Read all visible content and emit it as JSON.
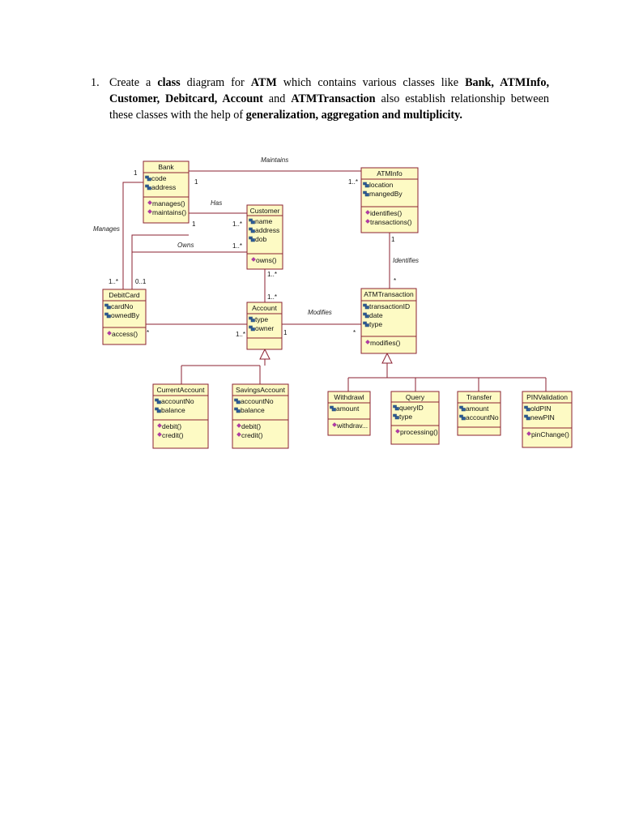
{
  "question": {
    "number": "1.",
    "parts": [
      {
        "text": "Create a ",
        "bold": false
      },
      {
        "text": "class",
        "bold": true
      },
      {
        "text": " diagram for ",
        "bold": false
      },
      {
        "text": "ATM",
        "bold": true
      },
      {
        "text": " which contains various classes like ",
        "bold": false
      },
      {
        "text": "Bank, ATMInfo, Customer, Debitcard, Account",
        "bold": true
      },
      {
        "text": " and ",
        "bold": false
      },
      {
        "text": "ATMTransaction",
        "bold": true
      },
      {
        "text": " also establish relationship between these classes with the help of ",
        "bold": false
      },
      {
        "text": "generalization, aggregation and multiplicity.",
        "bold": true
      }
    ]
  },
  "classes": {
    "bank": {
      "name": "Bank",
      "attributes": [
        "code",
        "address"
      ],
      "methods": [
        "manages()",
        "maintains()"
      ]
    },
    "atminfo": {
      "name": "ATMInfo",
      "attributes": [
        "location",
        "mangedBy"
      ],
      "methods": [
        "identifies()",
        "transactions()"
      ]
    },
    "customer": {
      "name": "Customer",
      "attributes": [
        "name",
        "address",
        "dob"
      ],
      "methods": [
        "owns()"
      ]
    },
    "debitcard": {
      "name": "DebitCard",
      "attributes": [
        "cardNo",
        "ownedBy"
      ],
      "methods": [
        "access()"
      ]
    },
    "account": {
      "name": "Account",
      "attributes": [
        "type",
        "owner"
      ],
      "methods": []
    },
    "atmtransaction": {
      "name": "ATMTransaction",
      "attributes": [
        "transactionID",
        "date",
        "type"
      ],
      "methods": [
        "modifies()"
      ]
    },
    "currentaccount": {
      "name": "CurrentAccount",
      "attributes": [
        "accountNo",
        "balance"
      ],
      "methods": [
        "debit()",
        "credit()"
      ]
    },
    "savingsaccount": {
      "name": "SavingsAccount",
      "attributes": [
        "accountNo",
        "balance"
      ],
      "methods": [
        "debit()",
        "credit()"
      ]
    },
    "withdrawl": {
      "name": "Withdrawl",
      "attributes": [
        "amount"
      ],
      "methods": [
        "withdrav..."
      ]
    },
    "query": {
      "name": "Query",
      "attributes": [
        "queryID",
        "type"
      ],
      "methods": [
        "processing()"
      ]
    },
    "transfer": {
      "name": "Transfer",
      "attributes": [
        "amount",
        "accountNo"
      ],
      "methods": []
    },
    "pinvalidation": {
      "name": "PINValidation",
      "attributes": [
        "oldPIN",
        "newPIN"
      ],
      "methods": [
        "pinChange()"
      ]
    }
  },
  "relations": {
    "maintains": "Maintains",
    "has": "Has",
    "manages": "Manages",
    "owns": "Owns",
    "identifies": "Identifies",
    "modifies": "Modifies"
  },
  "multiplicities": {
    "bank_maintains": "1",
    "atminfo_maintains": "1..*",
    "bank_has": "1",
    "customer_has": "1..*",
    "bank_manages": "1",
    "bank_has_lower": "1",
    "debitcard_manages": "1..*",
    "debitcard_owns": "0..1",
    "customer_owns": "1..*",
    "customer_account": "1..*",
    "account_customer": "1..*",
    "debitcard_account": "*",
    "account_debitcard": "1..*",
    "account_modifies": "1",
    "atmtransaction_modifies": "*",
    "atminfo_identifies": "1",
    "atmtransaction_identifies": "*"
  }
}
